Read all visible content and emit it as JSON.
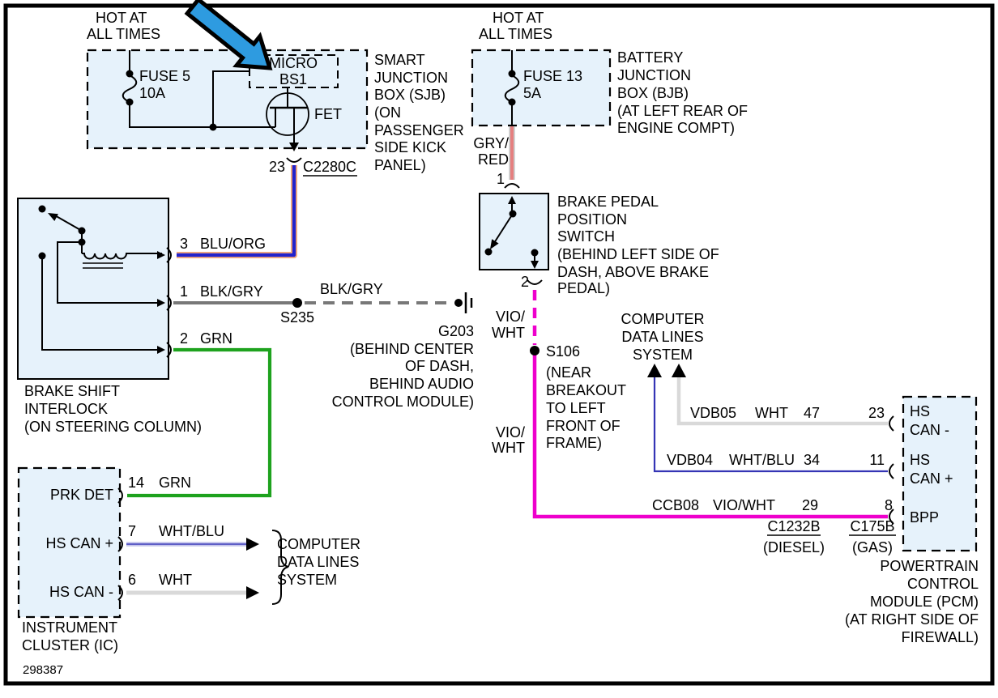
{
  "figure_number": "298387",
  "colors": {
    "box_fill": "#e6f2fb",
    "blu_org_inner": "#2222cc",
    "blu_org_outer": "#f2a97e",
    "blk_gry": "#787878",
    "grn": "#1ea21e",
    "gry_red_inner": "#e57f7f",
    "gry_red_outer": "#c9c9c9",
    "vio_wht": "#ee00cc",
    "wht": "#d9d9d9",
    "wht_blu_outer": "#c3c3ea",
    "wht_blu_inner": "#5050c0",
    "wht_blu_right": "#3535b5",
    "pointer_blue": "#2e9be0"
  },
  "sjb": {
    "power_lines": [
      "HOT AT",
      "ALL TIMES"
    ],
    "fuse_lines": [
      "FUSE 5",
      "10A"
    ],
    "micro_lines": [
      "MICRO",
      "BS1"
    ],
    "fet_label": "FET",
    "pin": "23",
    "connector": "C2280C",
    "name_lines": [
      "SMART",
      "JUNCTION",
      "BOX (SJB)",
      "(ON",
      "PASSENGER",
      "SIDE KICK",
      "PANEL)"
    ]
  },
  "bjb": {
    "power_lines": [
      "HOT AT",
      "ALL TIMES"
    ],
    "fuse_lines": [
      "FUSE 13",
      "5A"
    ],
    "name_lines": [
      "BATTERY",
      "JUNCTION",
      "BOX (BJB)",
      "(AT LEFT REAR OF",
      "ENGINE COMPT)"
    ],
    "wire_lines": [
      "GRY/",
      "RED"
    ],
    "pin": "1"
  },
  "bps": {
    "pin": "2",
    "name_lines": [
      "BRAKE PEDAL",
      "POSITION",
      "SWITCH",
      "(BEHIND LEFT SIDE OF",
      "DASH, ABOVE BRAKE",
      "PEDAL)"
    ],
    "wire_upper": [
      "VIO/",
      "WHT"
    ],
    "wire_lower": [
      "VIO/",
      "WHT"
    ]
  },
  "s106": {
    "label": "S106",
    "note_lines": [
      "(NEAR",
      "BREAKOUT",
      "TO LEFT",
      "FRONT OF",
      "FRAME)"
    ]
  },
  "s235": {
    "label": "S235"
  },
  "mid_wire_label": "BLK/GRY",
  "g203": {
    "lines": [
      "G203",
      "(BEHIND CENTER",
      "OF DASH,",
      "BEHIND AUDIO",
      "CONTROL MODULE)"
    ]
  },
  "interlock": {
    "pins": [
      {
        "num": "3",
        "color": "BLU/ORG"
      },
      {
        "num": "1",
        "color": "BLK/GRY"
      },
      {
        "num": "2",
        "color": "GRN"
      }
    ],
    "name_lines": [
      "BRAKE SHIFT",
      "INTERLOCK",
      "(ON STEERING COLUMN)"
    ]
  },
  "ic": {
    "pins": [
      {
        "name": "PRK DET",
        "num": "14",
        "color": "GRN"
      },
      {
        "name": "HS CAN +",
        "num": "7",
        "color": "WHT/BLU"
      },
      {
        "name": "HS CAN -",
        "num": "6",
        "color": "WHT"
      }
    ],
    "name_lines": [
      "INSTRUMENT",
      "CLUSTER (IC)"
    ]
  },
  "bus_left": {
    "lines": [
      "COMPUTER",
      "DATA LINES",
      "SYSTEM"
    ]
  },
  "bus_right": {
    "lines": [
      "COMPUTER",
      "DATA LINES",
      "SYSTEM"
    ]
  },
  "pcm": {
    "rows": [
      {
        "circuit": "VDB05",
        "color": "WHT",
        "junction_pin": "47",
        "pin": "23",
        "name_lines": [
          "HS",
          "CAN -"
        ]
      },
      {
        "circuit": "VDB04",
        "color": "WHT/BLU",
        "junction_pin": "34",
        "pin": "11",
        "name_lines": [
          "HS",
          "CAN +"
        ]
      },
      {
        "circuit": "CCB08",
        "color": "VIO/WHT",
        "junction_pin": "29",
        "pin": "8",
        "name_lines": [
          "BPP"
        ]
      }
    ],
    "connectors": [
      {
        "id": "C1232B",
        "note": "(DIESEL)"
      },
      {
        "id": "C175B",
        "note": "(GAS)"
      }
    ],
    "name_lines": [
      "POWERTRAIN",
      "CONTROL",
      "MODULE (PCM)",
      "(AT RIGHT SIDE OF",
      "FIREWALL)"
    ]
  }
}
